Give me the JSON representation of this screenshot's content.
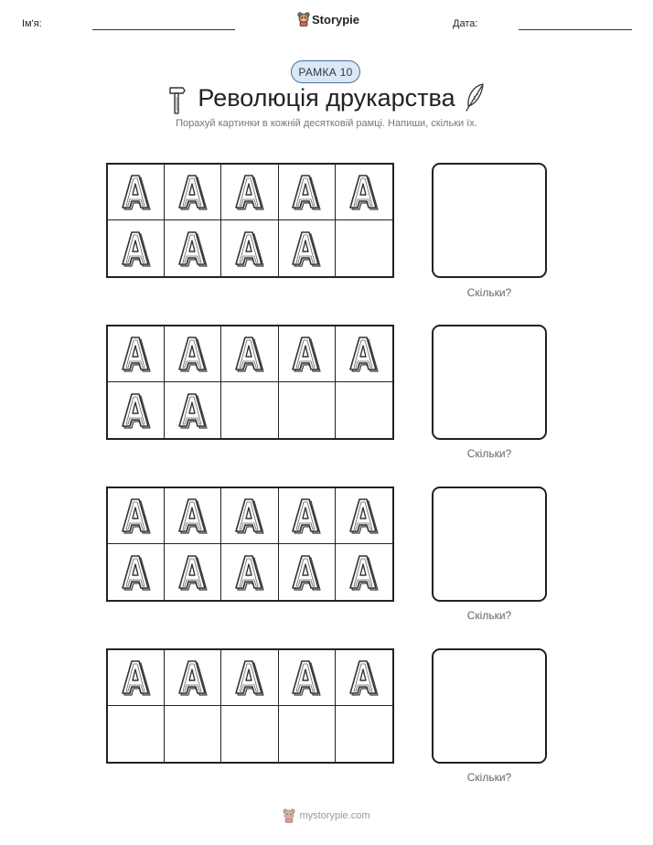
{
  "header": {
    "name_label": "Ім'я:",
    "date_label": "Дата:",
    "logo_text": "Storypie"
  },
  "badge": "РАМКА 10",
  "title": "Революція друкарства",
  "subtitle": "Порахуй картинки в кожній десятковій рамці. Напиши, скільки їх.",
  "cell_glyph": "A",
  "frames": [
    {
      "filled": 9,
      "answer_label": "Скільки?"
    },
    {
      "filled": 7,
      "answer_label": "Скільки?"
    },
    {
      "filled": 10,
      "answer_label": "Скільки?"
    },
    {
      "filled": 5,
      "answer_label": "Скільки?"
    }
  ],
  "footer_text": "mystorypie.com",
  "icons": {
    "logo": "bear-mascot-icon",
    "left": "hammer-icon",
    "right": "quill-feather-icon"
  },
  "colors": {
    "badge_fill": "#dbe7f4",
    "badge_border": "#4a6f9c",
    "ink": "#222222"
  }
}
